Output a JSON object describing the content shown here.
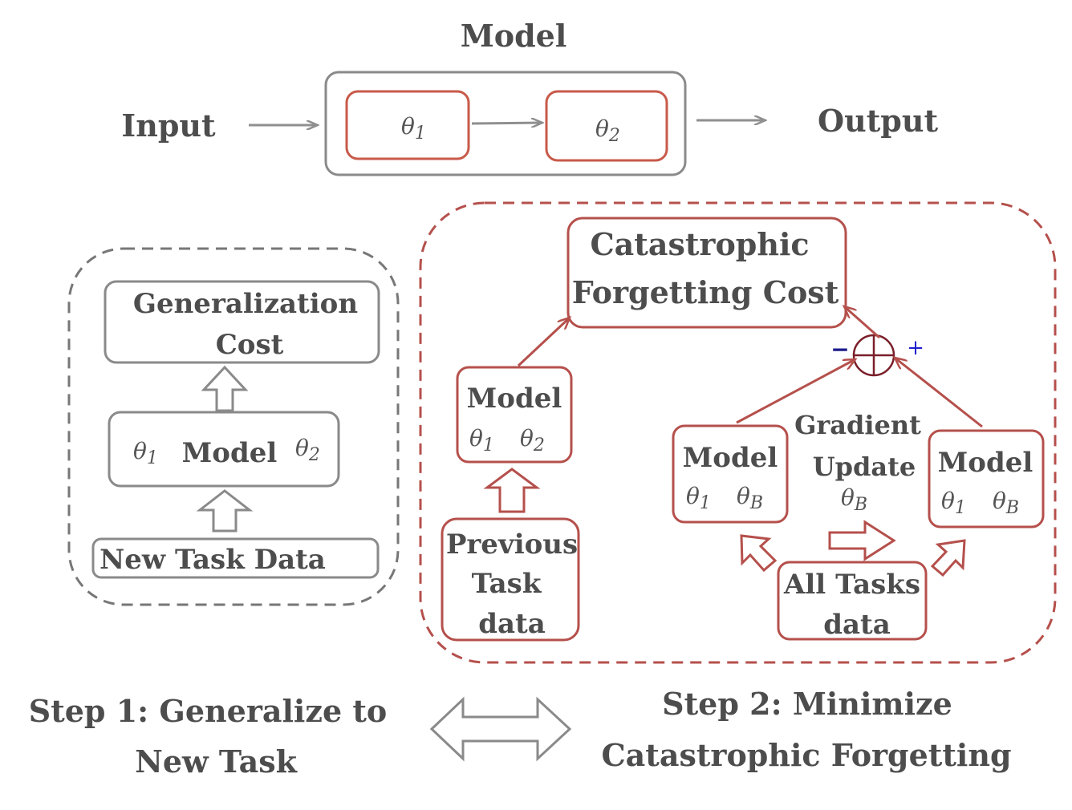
{
  "model_block": {
    "title": "Model",
    "input_label": "Input",
    "output_label": "Output",
    "param1": "θ",
    "param1_sub": "1",
    "param2": "θ",
    "param2_sub": "2"
  },
  "step1": {
    "cost_line1": "Generalization",
    "cost_line2": "Cost",
    "model_label": "Model",
    "theta": "θ",
    "sub1": "1",
    "sub2": "2",
    "data_label": "New Task Data",
    "caption_line1": "Step 1: Generalize to",
    "caption_line2": "New Task"
  },
  "step2": {
    "cost_line1": "Catastrophic",
    "cost_line2": "Forgetting Cost",
    "left_model_label": "Model",
    "theta": "θ",
    "sub1": "1",
    "sub2": "2",
    "subB": "B",
    "prev_data_line1": "Previous",
    "prev_data_line2": "Task",
    "prev_data_line3": "data",
    "model_a_label": "Model",
    "model_b_label": "Model",
    "gradient_line1": "Gradient",
    "gradient_line2": "Update",
    "all_data_line1": "All Tasks",
    "all_data_line2": "data",
    "minus_sign": "−",
    "plus_sign": "+",
    "caption_line1": "Step 2: Minimize",
    "caption_line2": "Catastrophic Forgetting"
  },
  "colors": {
    "gray": "#8a8a8a",
    "red": "#b5504c",
    "text": "#4d4d4d",
    "minus": "#1a1a8c",
    "plus": "#2020d0"
  }
}
